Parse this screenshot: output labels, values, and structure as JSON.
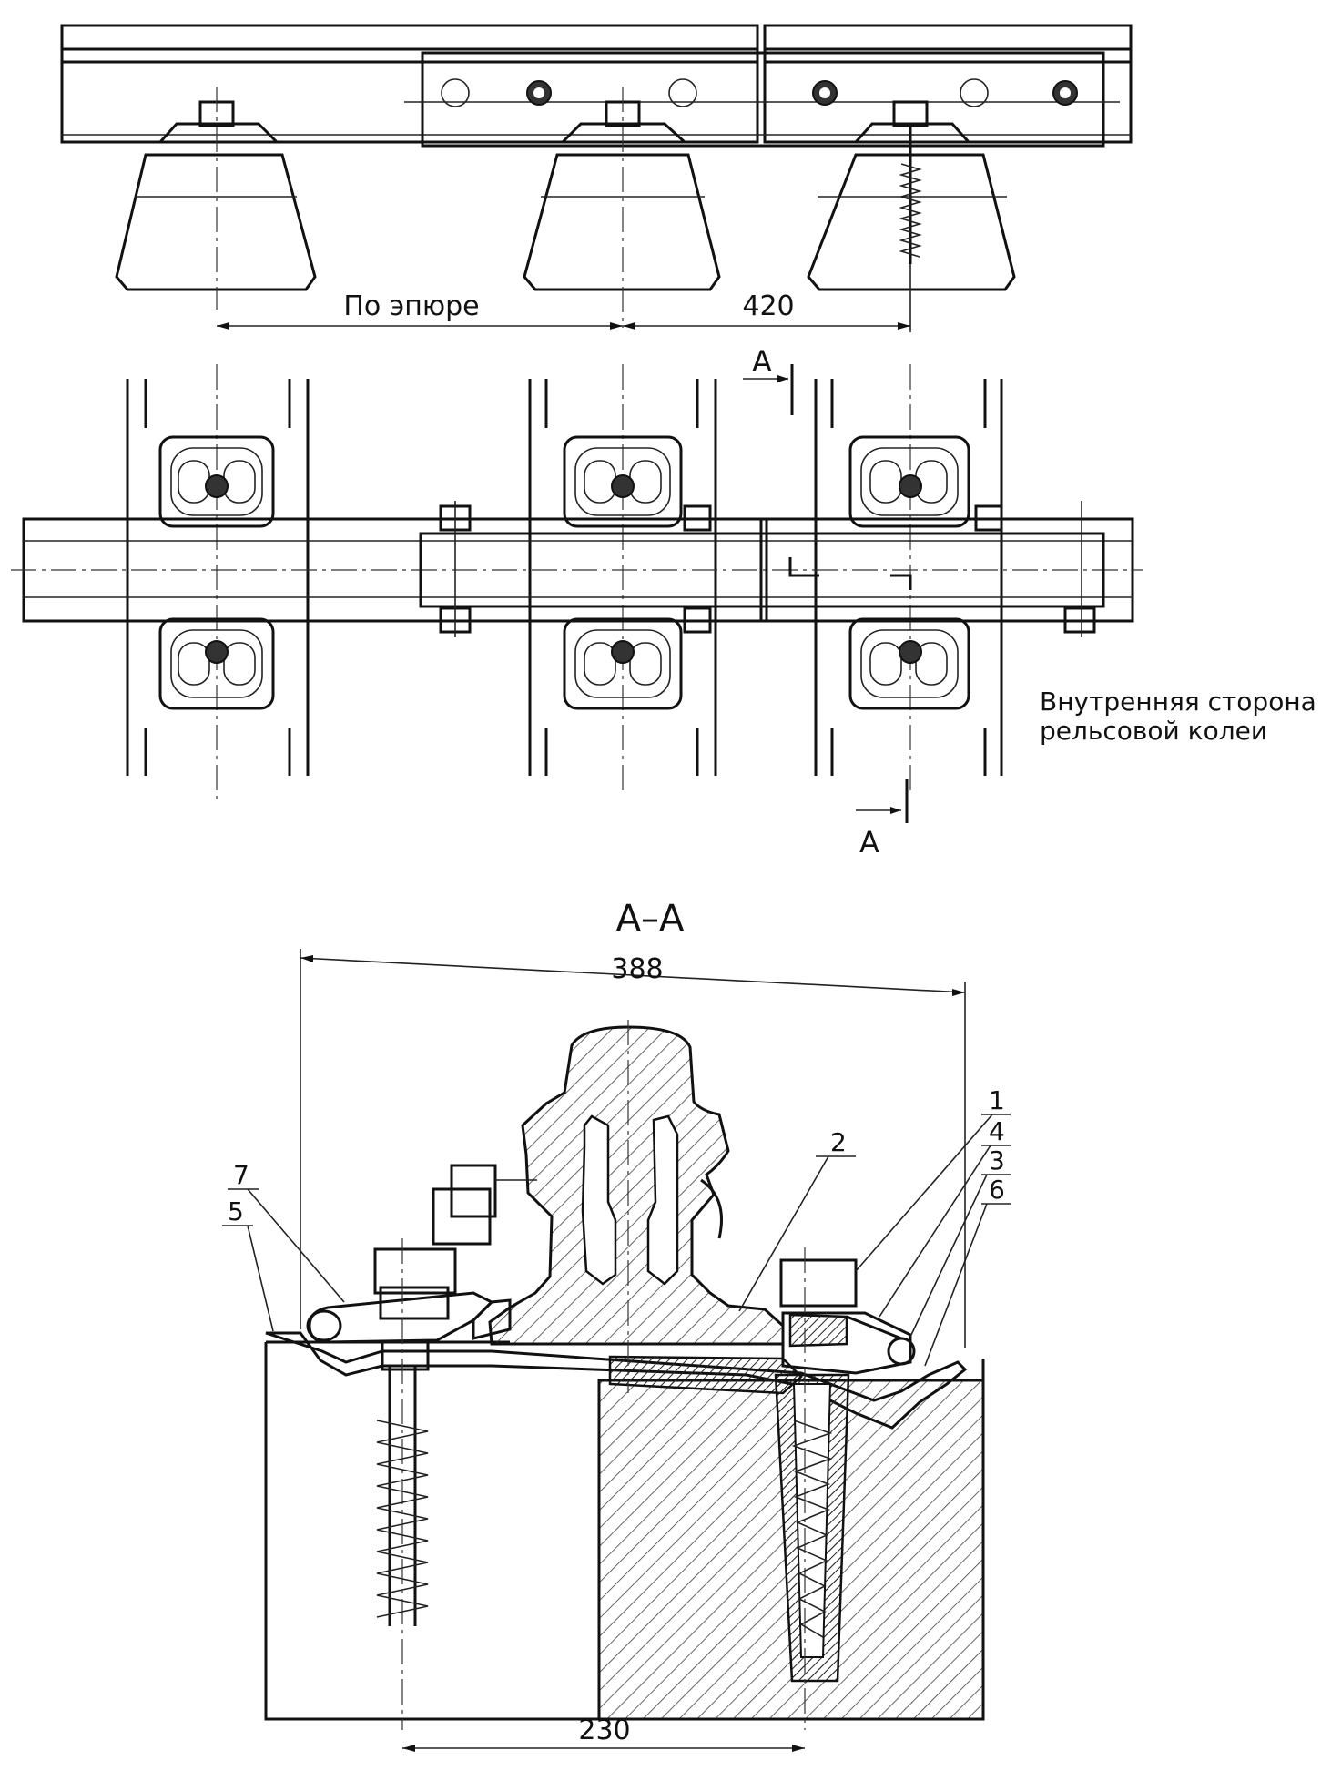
{
  "labels": {
    "spacing_by_diagram": "По эпюре",
    "dim_420": "420",
    "section_mark": "А",
    "section_title": "А–А",
    "dim_388": "388",
    "dim_230": "230",
    "inner_side_line1": "Внутренняя сторона",
    "inner_side_line2": "рельсовой колеи"
  },
  "callouts": [
    "1",
    "4",
    "3",
    "6",
    "2",
    "7",
    "5"
  ]
}
